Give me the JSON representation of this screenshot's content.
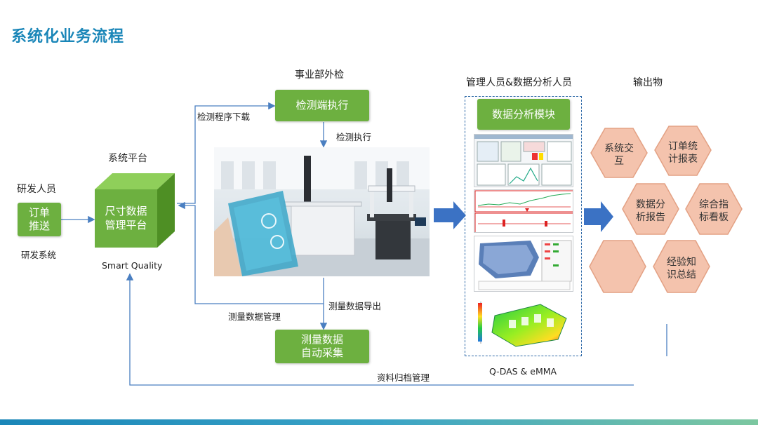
{
  "slide_title": "系统化业务流程",
  "roles": {
    "rd_staff": "研发人员",
    "system_platform": "系统平台",
    "business_dept_inspection": "事业部外检",
    "mgmt_analysts": "管理人员&数据分析人员",
    "outputs": "输出物"
  },
  "boxes": {
    "order_push": "订单\n推送",
    "dim_data_platform": "尺寸数据\n管理平台",
    "inspection_exec": "检测端执行",
    "measure_auto_collect": "测量数据\n自动采集",
    "data_analysis_module": "数据分析模块"
  },
  "captions": {
    "rd_system": "研发系统",
    "smart_quality": "Smart Quality",
    "qdas_emma": "Q-DAS & eMMA"
  },
  "arrow_labels": {
    "program_download": "检测程序下载",
    "inspection_run": "检测执行",
    "measure_export": "测量数据导出",
    "measure_mgmt": "测量数据管理",
    "archive_mgmt": "资料归档管理"
  },
  "hexagons": [
    {
      "label": "系统交\n互"
    },
    {
      "label": "订单统\n计报表"
    },
    {
      "label": "数据分\n析报告"
    },
    {
      "label": "综合指\n标看板"
    },
    {
      "label": ""
    },
    {
      "label": "经验知\n识总结"
    }
  ],
  "colors": {
    "title": "#1a86b8",
    "green_box": "#6db040",
    "flow_line": "#4a7fc1",
    "big_arrow": "#3b72c4",
    "hexagon_fill": "#f4c3ad",
    "hexagon_stroke": "#e3a184"
  }
}
